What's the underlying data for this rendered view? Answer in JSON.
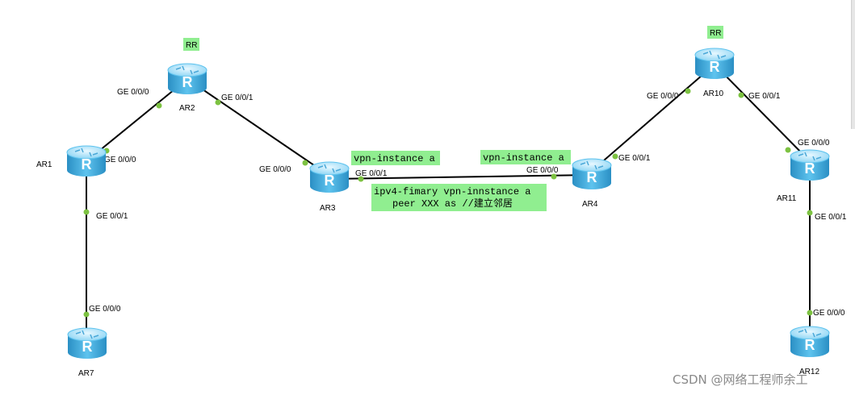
{
  "routers": [
    {
      "id": "AR1",
      "label": "AR1"
    },
    {
      "id": "AR2",
      "label": "AR2",
      "tag": "RR"
    },
    {
      "id": "AR3",
      "label": "AR3"
    },
    {
      "id": "AR4",
      "label": "AR4"
    },
    {
      "id": "AR7",
      "label": "AR7"
    },
    {
      "id": "AR10",
      "label": "AR10",
      "tag": "RR"
    },
    {
      "id": "AR11",
      "label": "AR11"
    },
    {
      "id": "AR12",
      "label": "AR12"
    }
  ],
  "router_icon_letter": "R",
  "links": [
    {
      "id": "ar1-ar2",
      "from": "AR1",
      "to": "AR2",
      "from_port": "GE 0/0/0",
      "to_port": "GE 0/0/0"
    },
    {
      "id": "ar2-ar3",
      "from": "AR2",
      "to": "AR3",
      "from_port": "GE 0/0/1",
      "to_port": "GE 0/0/0"
    },
    {
      "id": "ar3-ar4",
      "from": "AR3",
      "to": "AR4",
      "from_port": "GE 0/0/1",
      "to_port": "GE 0/0/0"
    },
    {
      "id": "ar4-ar10",
      "from": "AR4",
      "to": "AR10",
      "from_port": "GE 0/0/1",
      "to_port": "GE 0/0/0"
    },
    {
      "id": "ar10-ar11",
      "from": "AR10",
      "to": "AR11",
      "from_port": "GE 0/0/1",
      "to_port": "GE 0/0/0"
    },
    {
      "id": "ar11-ar12",
      "from": "AR11",
      "to": "AR12",
      "from_port": "GE 0/0/1",
      "to_port": "GE 0/0/0"
    },
    {
      "id": "ar1-ar7",
      "from": "AR1",
      "to": "AR7",
      "from_port": "GE 0/0/1",
      "to_port": "GE 0/0/0"
    }
  ],
  "notes": {
    "ar3_vpn": "vpn-instance a",
    "ar4_vpn": "vpn-instance a",
    "peer_line1": "ipv4-fimary vpn-innstance a",
    "peer_line2": "peer XXX as //建立邻居"
  },
  "watermark": "CSDN @网络工程师余工",
  "colors": {
    "label_bg": "#90ee90",
    "link": "#000000",
    "port_dot": "#7dc242",
    "router_light": "#bfe9fb",
    "router_mid": "#5ec3ee",
    "router_dark": "#2a8fc4"
  }
}
